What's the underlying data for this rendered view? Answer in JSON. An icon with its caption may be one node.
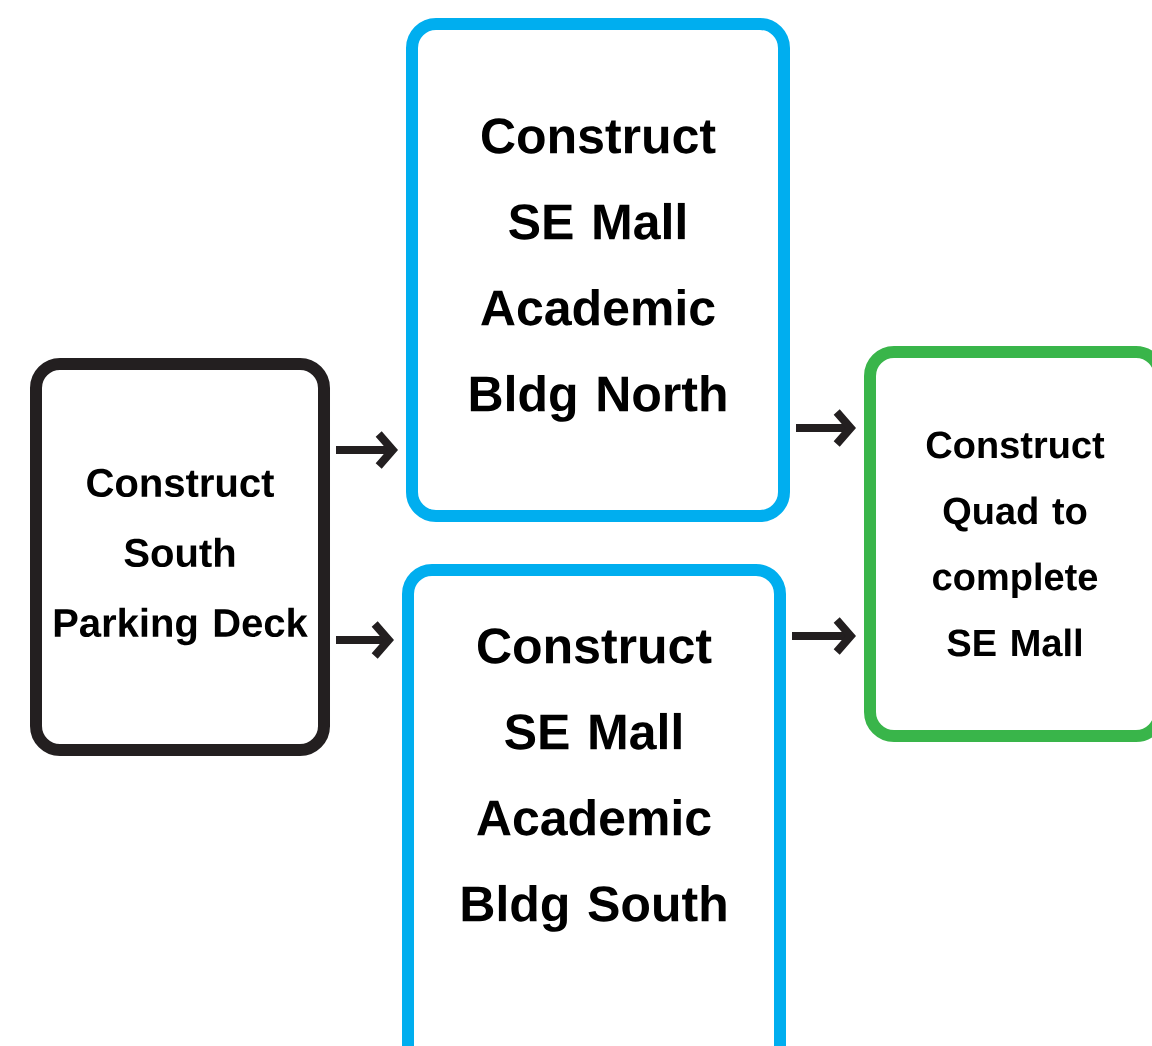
{
  "diagram": {
    "nodes": [
      {
        "text": [
          "Construct South Parking Deck"
        ]
      },
      {
        "text": [
          "Construct SE Mall Academic Bldg North"
        ]
      },
      {
        "text": [
          "Construct SE Mall Academic Bldg South"
        ]
      },
      {
        "text": [
          "Construct Quad to complete SE Mall"
        ]
      }
    ],
    "edges": [
      {
        "from": 0,
        "to": 1,
        "arrow": "to"
      },
      {
        "from": 0,
        "to": 2,
        "arrow": "to"
      },
      {
        "from": 1,
        "to": 3,
        "arrow": "to"
      },
      {
        "from": 2,
        "to": 3,
        "arrow": "to"
      }
    ]
  }
}
